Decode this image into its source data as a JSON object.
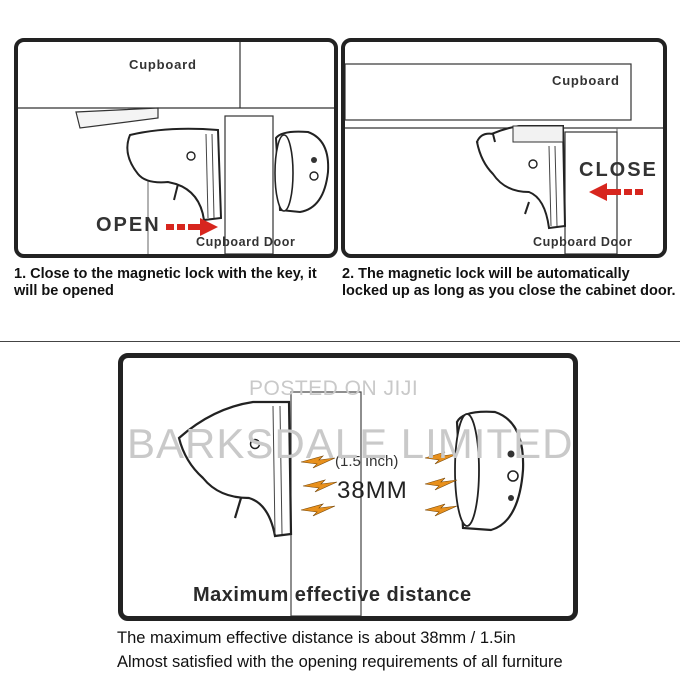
{
  "panel1": {
    "cupboard_label": "Cupboard",
    "door_label": "Cupboard Door",
    "action_label": "OPEN"
  },
  "panel2": {
    "cupboard_label": "Cupboard",
    "door_label": "Cupboard Door",
    "action_label": "CLOSE"
  },
  "captions": {
    "step1": "1. Close to the magnetic lock with the key, it will be opened",
    "step2": "2. The magnetic lock will be automatically locked up as long as you close the cabinet door."
  },
  "panel3": {
    "inch_label": "(1.5 Inch)",
    "mm_label": "38MM",
    "title": "Maximum effective distance"
  },
  "watermark": {
    "line1": "POSTED ON JIJI",
    "line2": "BARKSDALE LIMITED"
  },
  "footer": {
    "line1": "The maximum effective distance is about 38mm / 1.5in",
    "line2": "Almost satisfied with the opening requirements of all furniture"
  },
  "colors": {
    "frame": "#222222",
    "arrow_red": "#d7261e",
    "bolt_orange": "#e8901c",
    "metal_dark": "#333333"
  }
}
